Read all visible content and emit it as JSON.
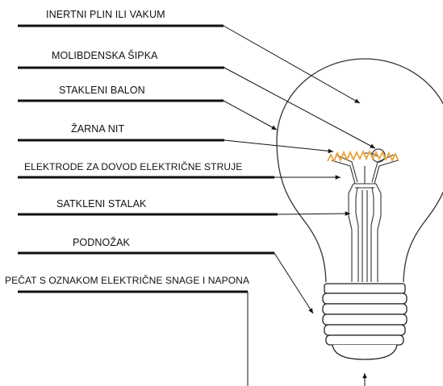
{
  "diagram": {
    "title": "",
    "labels": [
      {
        "id": "inert-gas",
        "text": "INERTNI PLIN ILI VAKUM"
      },
      {
        "id": "molybdenum-rod",
        "text": "MOLIBDENSKA ŠIPKA"
      },
      {
        "id": "glass-bulb",
        "text": "STAKLENI BALON"
      },
      {
        "id": "filament",
        "text": "ŽARNA NIT"
      },
      {
        "id": "electrodes",
        "text": "ELEKTRODE ZA DOVOD ELEKTRIČNE STRUJE"
      },
      {
        "id": "glass-stand",
        "text": "SATKLENI STALAK"
      },
      {
        "id": "base",
        "text": "PODNOŽAK"
      },
      {
        "id": "seal",
        "text": "PEČAT S OZNAKOM ELEKTRIČNE SNAGE I NAPONA"
      }
    ],
    "colors": {
      "line": "#111111",
      "filament": "#e8a33c",
      "bulb_stroke": "#333333",
      "background": "#ffffff"
    }
  }
}
